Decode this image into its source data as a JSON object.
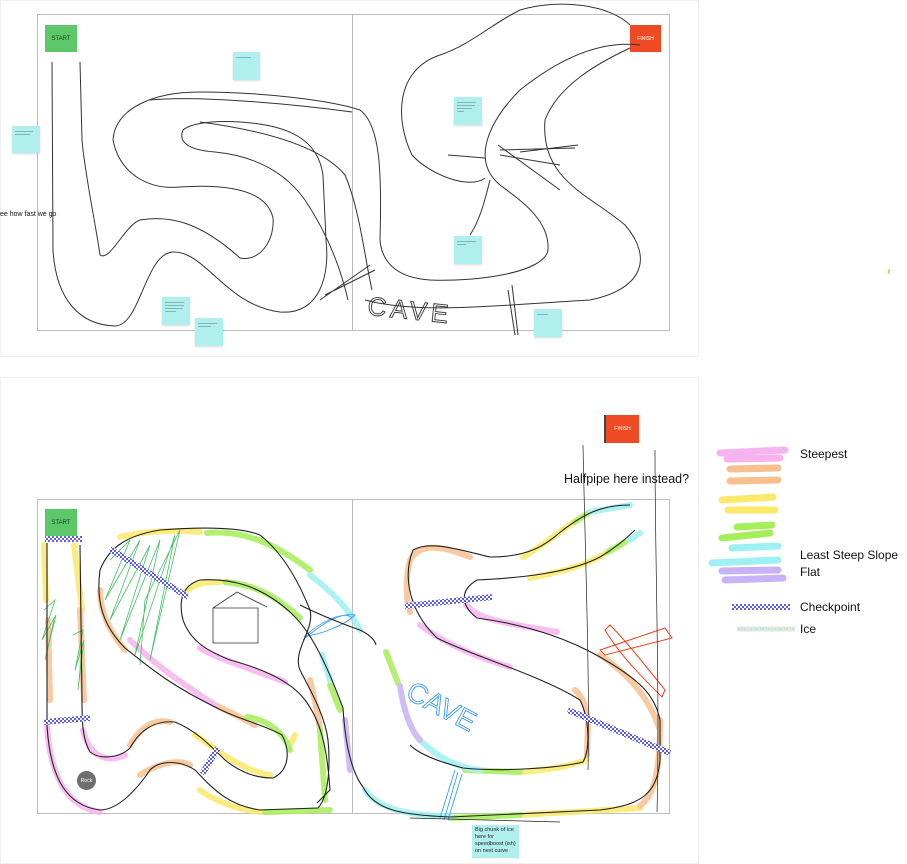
{
  "top_board": {
    "start_label": "START",
    "finish_label": "FINISH",
    "side_text": "ee how fast we go",
    "cave_text": "CAVE",
    "sticky_notes": [
      {},
      {},
      {},
      {},
      {},
      {},
      {}
    ]
  },
  "bottom_board": {
    "start_label": "START",
    "finish_label": "FINISH",
    "halfpipe_text": "Halfpipe here instead?",
    "cave_text": "CAVE",
    "rock_label": "Rock",
    "ice_note": "Big chunk of ice here for speedboost (ish) on next curve"
  },
  "legend": {
    "items": [
      {
        "label": "Steepest",
        "color": "#f7b3f0"
      },
      {
        "label": "",
        "color": "#f8c08f"
      },
      {
        "label": "",
        "color": "#fbe96a"
      },
      {
        "label": "",
        "color": "#a6ee5a"
      },
      {
        "label": "Least Steep Slope",
        "color": "#9ef0f2"
      },
      {
        "label": "Flat",
        "color": "#c9b2f5"
      },
      {
        "label": "Checkpoint",
        "color": "#5b5bf5"
      },
      {
        "label": "Ice",
        "color": "#c8e6e6"
      }
    ]
  },
  "colors": {
    "start": "#5dc86a",
    "finish": "#ef4a23",
    "sticky": "#aff0ee",
    "track": "#222222",
    "scribble_green": "#45c163",
    "scribble_blue": "#3a9df0",
    "cross_red": "#f0411d"
  }
}
